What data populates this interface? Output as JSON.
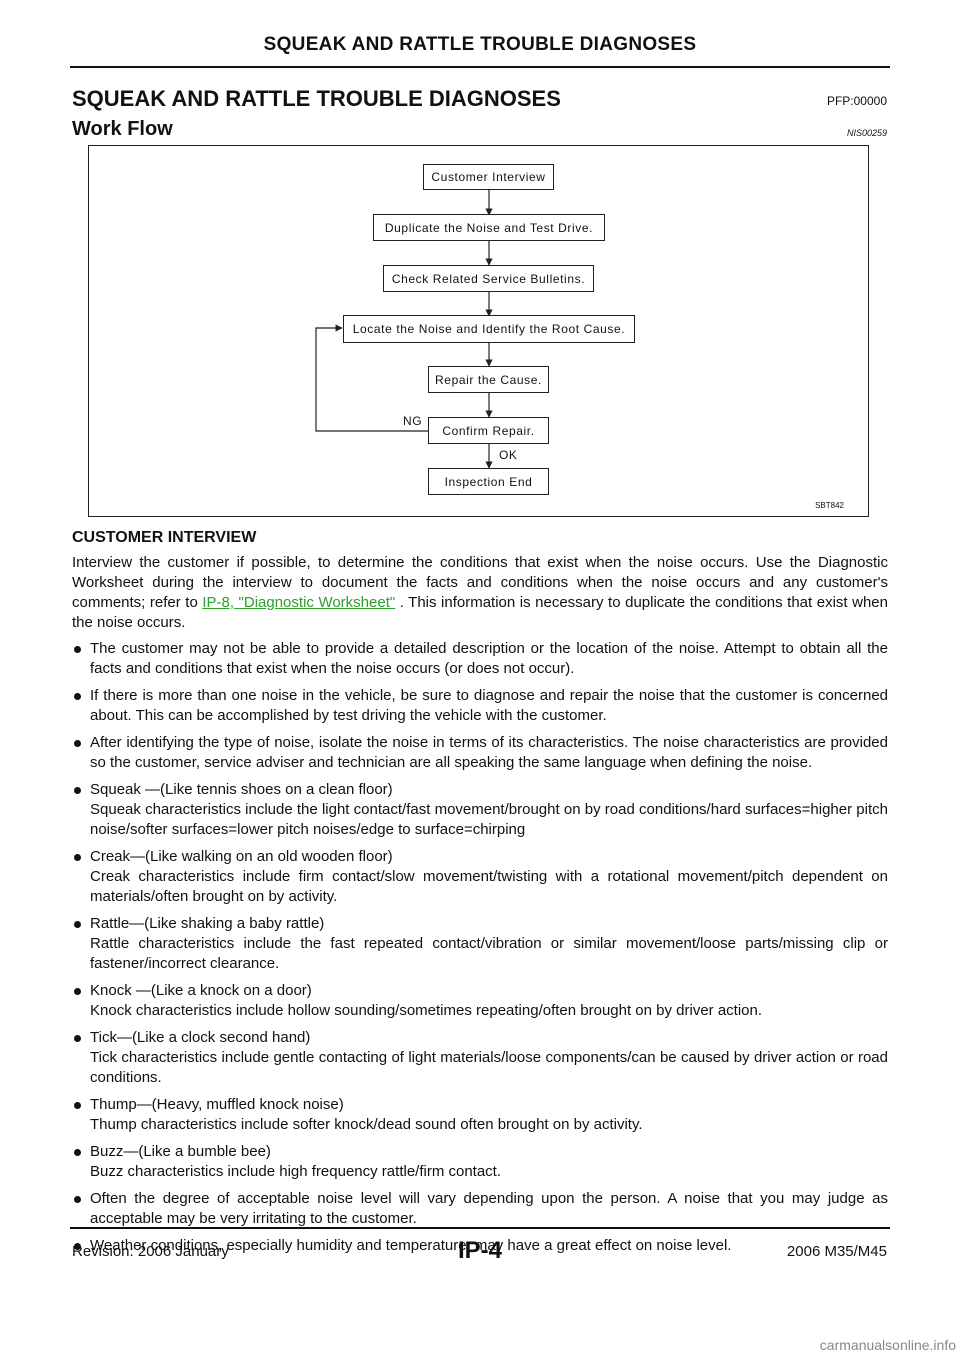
{
  "header": {
    "running_title": "SQUEAK AND RATTLE TROUBLE DIAGNOSES"
  },
  "section": {
    "title": "SQUEAK AND RATTLE TROUBLE DIAGNOSES",
    "code": "PFP:00000"
  },
  "subsection": {
    "title": "Work Flow",
    "code": "NIS00259"
  },
  "flowchart": {
    "steps": [
      "Customer Interview",
      "Duplicate the Noise and Test Drive.",
      "Check Related Service Bulletins.",
      "Locate the Noise and Identify the Root Cause.",
      "Repair the Cause.",
      "Confirm Repair.",
      "Inspection End"
    ],
    "ng_label": "NG",
    "ok_label": "OK",
    "figure_id": "SBT842"
  },
  "customer_interview": {
    "heading": "CUSTOMER INTERVIEW",
    "intro_before_link": "Interview the customer if possible, to determine the conditions that exist when the noise occurs. Use the Diagnostic Worksheet during the interview to document the facts and conditions when the noise occurs and any customer's comments; refer to ",
    "link_text": "IP-8, \"Diagnostic Worksheet\"",
    "intro_after_link": " . This information is necessary to duplicate the conditions that exist when the noise occurs.",
    "bullets": [
      {
        "text": "The customer may not be able to provide a detailed description or the location of the noise. Attempt to obtain all the facts and conditions that exist when the noise occurs (or does not occur)."
      },
      {
        "text": "If there is more than one noise in the vehicle, be sure to diagnose and repair the noise that the customer is concerned about. This can be accomplished by test driving the vehicle with the customer."
      },
      {
        "text": "After identifying the type of noise, isolate the noise in terms of its characteristics. The noise characteristics are provided so the customer, service adviser and technician are all speaking the same language when defining the noise."
      },
      {
        "title": "Squeak —(Like tennis shoes on a clean floor)",
        "text": "Squeak characteristics include the light contact/fast movement/brought on by road conditions/hard surfaces=higher pitch noise/softer surfaces=lower pitch noises/edge to surface=chirping"
      },
      {
        "title": "Creak—(Like walking on an old wooden floor)",
        "text": "Creak characteristics include firm contact/slow movement/twisting with a rotational movement/pitch dependent on materials/often brought on by activity."
      },
      {
        "title": "Rattle—(Like shaking a baby rattle)",
        "text": "Rattle characteristics include the fast repeated contact/vibration or similar movement/loose parts/missing clip or fastener/incorrect clearance."
      },
      {
        "title": "Knock —(Like a knock on a door)",
        "text": "Knock characteristics include hollow sounding/sometimes repeating/often brought on by driver action."
      },
      {
        "title": "Tick—(Like a clock second hand)",
        "text": "Tick characteristics include gentle contacting of light materials/loose components/can be caused by driver action or road conditions."
      },
      {
        "title": "Thump—(Heavy, muffled knock noise)",
        "text": "Thump characteristics include softer knock/dead sound often brought on by activity."
      },
      {
        "title": "Buzz—(Like a bumble bee)",
        "text": "Buzz characteristics include high frequency rattle/firm contact."
      },
      {
        "text": "Often the degree of acceptable noise level will vary depending upon the person. A noise that you may judge as acceptable may be very irritating to the customer."
      },
      {
        "text": "Weather conditions, especially humidity and temperature, may have a great effect on noise level."
      }
    ]
  },
  "footer": {
    "revision": "Revision: 2006 January",
    "page": "IP-4",
    "model": "2006 M35/M45",
    "watermark": "carmanualsonline.info"
  }
}
